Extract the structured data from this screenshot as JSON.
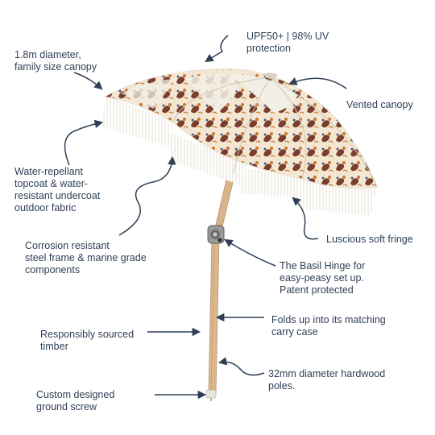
{
  "annotations": {
    "diameter": "1.8m diameter,\nfamily size canopy",
    "upf": "UPF50+ | 98% UV\nprotection",
    "vented": "Vented canopy",
    "fabric": "Water-repellant\ntopcoat & water-\nresistant undercoat\noutdoor fabric",
    "fringe": "Luscious soft fringe",
    "frame": "Corrosion resistant\nsteel frame & marine grade\ncomponents",
    "hinge": "The Basil Hinge for\neasy-peasy set up.\nPatent protected",
    "carry_case": "Folds up into its matching\ncarry case",
    "timber": "Responsibly sourced\ntimber",
    "poles": "32mm diameter hardwood\npoles.",
    "ground_screw": "Custom designed\nground screw"
  },
  "colors": {
    "text": "#2f3f56",
    "arrow": "#2f3f56",
    "canopy_base": "#f1efe6",
    "paisley_dark": "#7a3e2c",
    "paisley_orange": "#c9782e",
    "paisley_blue": "#3e4c73",
    "fringe": "#f4f1e8",
    "pole_wood": "#d8b48a",
    "hinge_metal": "#8c8c8c"
  },
  "icons": [
    "arrow-icon",
    "umbrella-illustration"
  ]
}
